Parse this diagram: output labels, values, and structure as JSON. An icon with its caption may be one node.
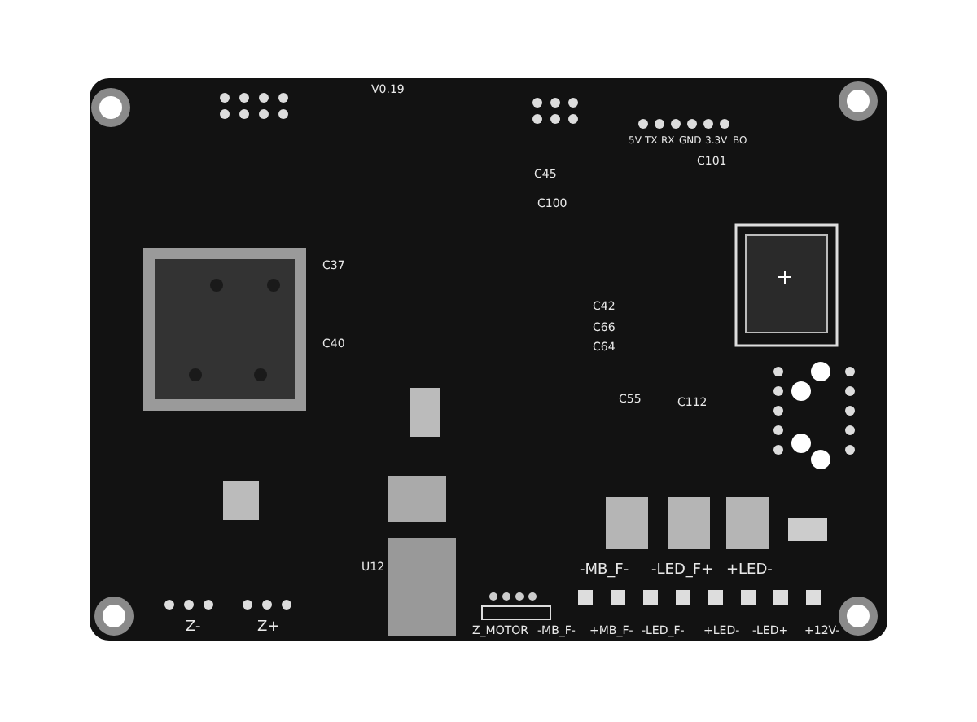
{
  "diagram": {
    "labels": [
      "V0.19",
      "5V",
      "TX",
      "RX",
      "GND",
      "3.3V",
      "BO",
      "C45",
      "C100",
      "C42",
      "C66",
      "C64",
      "C55",
      "C37",
      "C40",
      "C101",
      "C112",
      "-MB_F-",
      "-LED_F+",
      "+LED-",
      "Z-",
      "Z+",
      "U12",
      "Z_MOTOR",
      "-MB_F-",
      "+MB_F-",
      "-LED_F-",
      "+LED-",
      "-LED+",
      "+12V-"
    ]
  }
}
